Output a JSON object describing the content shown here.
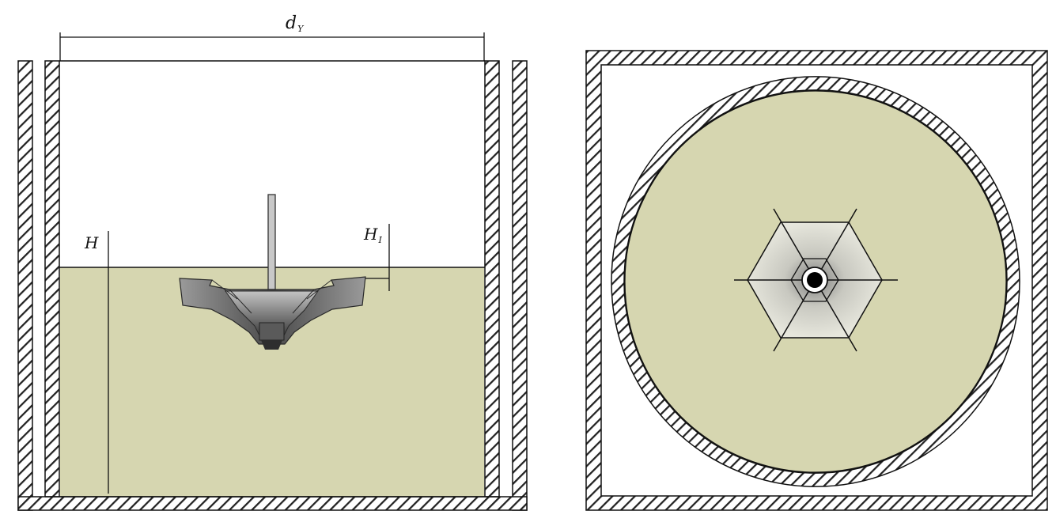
{
  "labels": {
    "d": {
      "main": "d",
      "sub": "Y"
    },
    "H": {
      "main": "H"
    },
    "H1": {
      "main": "H",
      "sub": "I"
    }
  },
  "colors": {
    "liquid": "#d6d6b0",
    "line": "#111111",
    "hatch": "#222222",
    "background": "#ffffff",
    "impeller_dark": "#3e3e3e",
    "impeller_light": "#b8b8b8"
  },
  "views": [
    "side-view",
    "top-view"
  ]
}
